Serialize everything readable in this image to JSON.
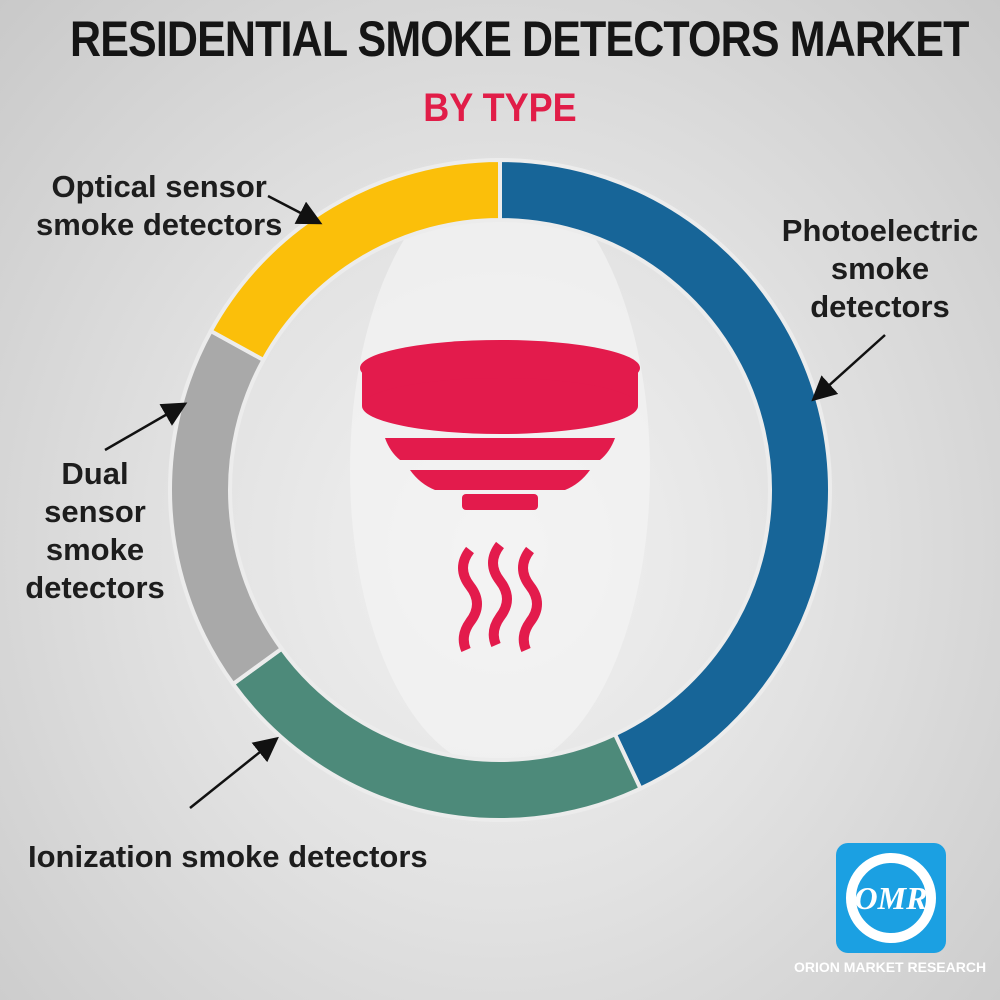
{
  "header": {
    "title": "RESIDENTIAL SMOKE DETECTORS MARKET",
    "subtitle": "BY TYPE"
  },
  "chart_data": {
    "type": "pie",
    "variant": "donut",
    "title": "RESIDENTIAL SMOKE DETECTORS MARKET",
    "subtitle": "BY TYPE",
    "categories": [
      "Photoelectric smoke detectors",
      "Ionization smoke detectors",
      "Dual sensor smoke detectors",
      "Optical sensor smoke detectors"
    ],
    "values": [
      43,
      22,
      18,
      17
    ],
    "colors": [
      "#176598",
      "#4d8a7a",
      "#a9a9a9",
      "#fbbf0a"
    ],
    "label_lines": [
      [
        "Photoelectric",
        "smoke",
        "detectors"
      ],
      [
        "Ionization smoke detectors"
      ],
      [
        "Dual",
        "sensor",
        "smoke",
        "detectors"
      ],
      [
        "Optical sensor",
        "smoke detectors"
      ]
    ]
  },
  "icon_color": "#e31b4c",
  "logo": {
    "mark": "OMR",
    "name": "ORION MARKET RESEARCH"
  }
}
